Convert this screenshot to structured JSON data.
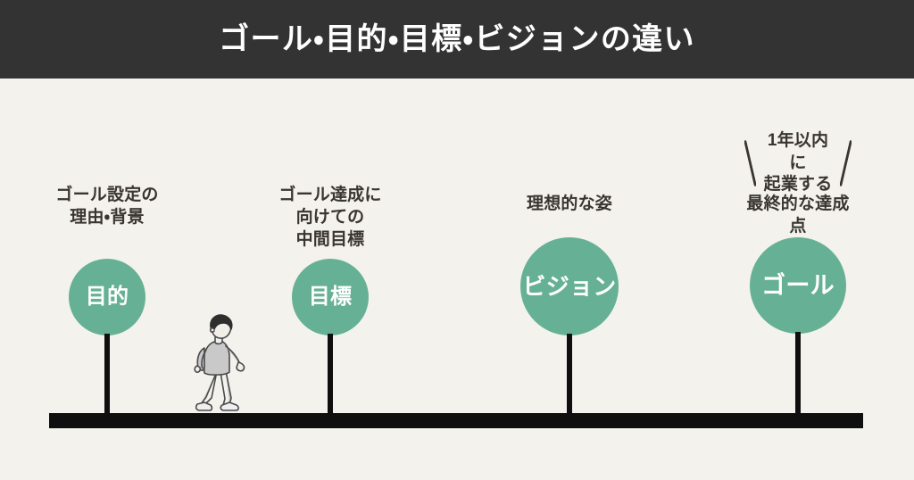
{
  "header": {
    "title": "ゴール・目的・目標・ビジョンの違い",
    "background_color": "#333333",
    "text_color": "#ffffff"
  },
  "canvas": {
    "background_color": "#f3f2ed",
    "ground_bar_color": "#0f0f0f",
    "accent_color": "#66b195",
    "caption_color": "#3a3531"
  },
  "nodes": [
    {
      "caption": "ゴール設定の\n理由・背景",
      "circle_label": "目的"
    },
    {
      "caption": "ゴール達成に向けての\n中間目標",
      "circle_label": "目標"
    },
    {
      "caption": "理想的な姿",
      "circle_label": "ビジョン"
    },
    {
      "caption": "最終的な達成点",
      "circle_label": "ゴール",
      "emphasis": "1年以内に\n起業する"
    }
  ],
  "illustration": {
    "name": "walking-person",
    "hair_color": "#2e2e2e",
    "clothing_color": "#c9c9c9",
    "outline_color": "#4a4a4a"
  }
}
